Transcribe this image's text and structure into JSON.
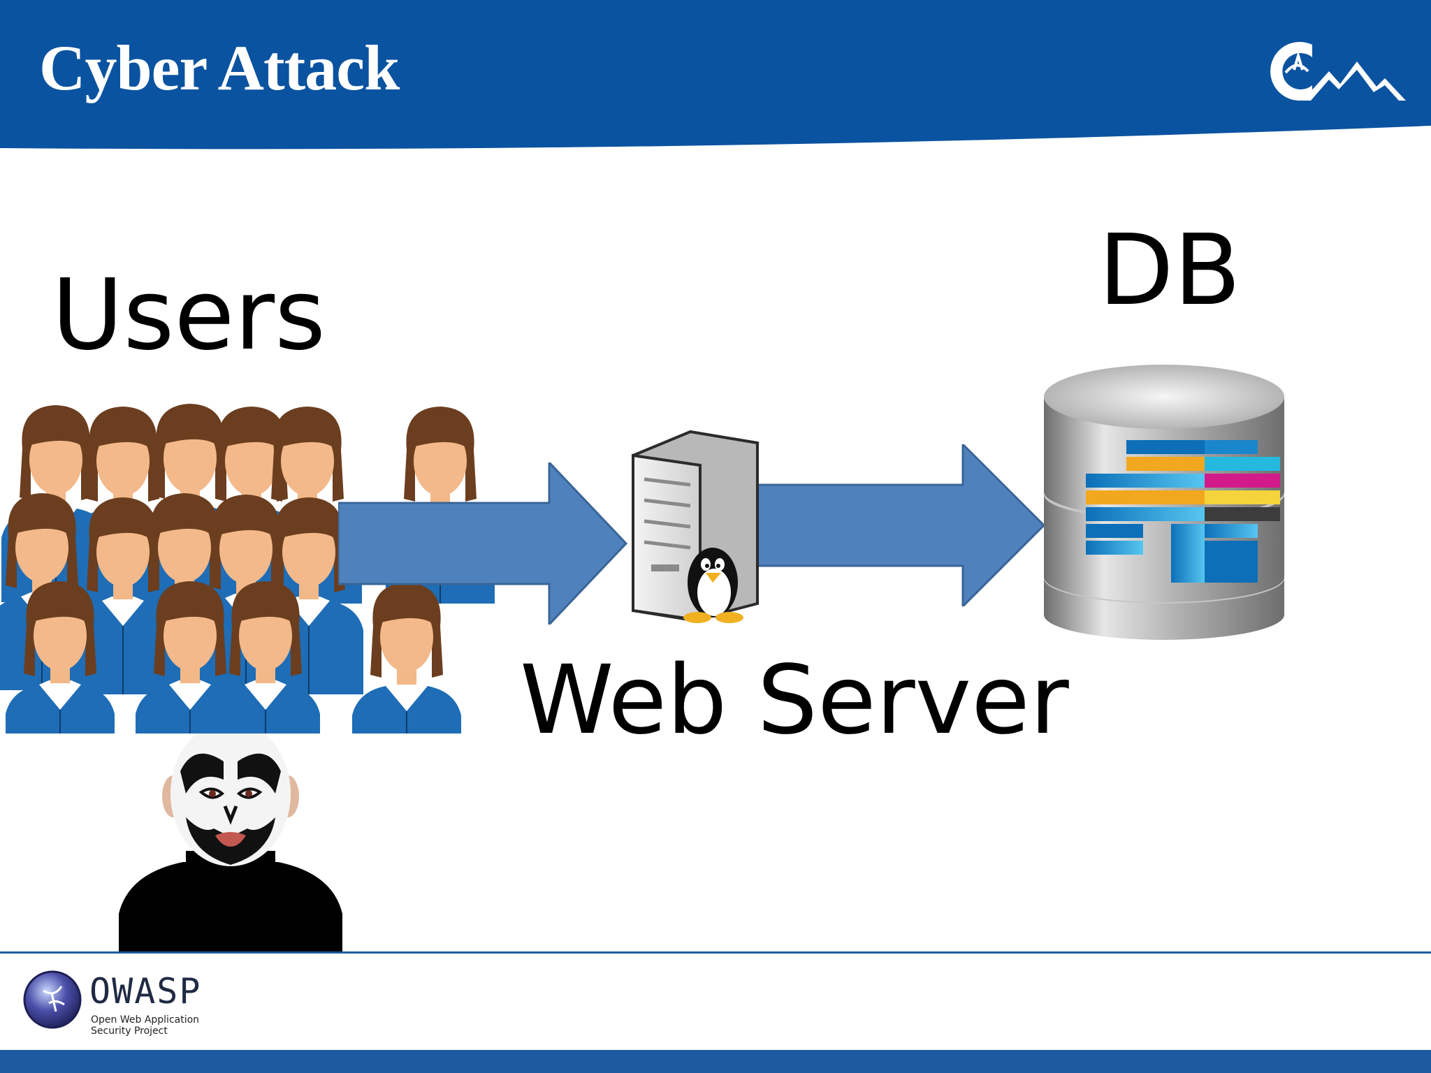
{
  "slide": {
    "title": "Cyber Attack"
  },
  "diagram": {
    "users_label": "Users",
    "web_server_label": "Web Server",
    "db_label": "DB"
  },
  "footer": {
    "logo_name": "OWASP",
    "logo_tagline": "Open Web Application Security Project"
  },
  "colors": {
    "header_blue": "#0a53a0",
    "arrow_fill": "#4f81bd",
    "arrow_stroke": "#3a6596",
    "footer_blue": "#1d5aa0",
    "uniform_blue": "#1e6db6"
  },
  "icons": {
    "header_logo": "cloud-mountain-logo-icon",
    "server": "server-tower-linux-icon",
    "database": "database-cylinder-icon",
    "footer_logo": "owasp-globe-logo-icon"
  }
}
